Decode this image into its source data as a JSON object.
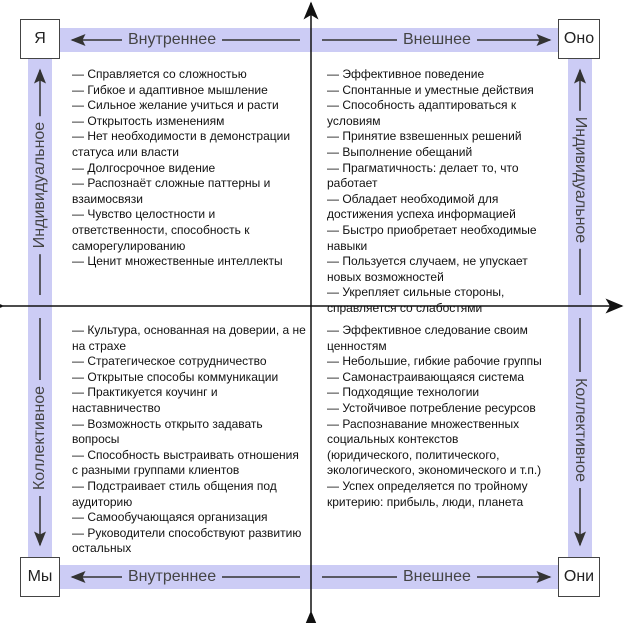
{
  "corners": {
    "top_left": "Я",
    "top_right": "Оно",
    "bottom_left": "Мы",
    "bottom_right": "Они"
  },
  "axes": {
    "internal": "Внутреннее",
    "external": "Внешнее",
    "individual": "Индивидуальное",
    "collective": "Коллективное"
  },
  "quadrants": {
    "top_left": [
      "— Справляется со сложностью",
      "— Гибкое и адаптивное мышление",
      "— Сильное желание учиться и расти",
      "— Открытость изменениям",
      "— Нет необходимости в демонстрации статуса или власти",
      "— Долгосрочное видение",
      "— Распознаёт сложные паттерны и взаимосвязи",
      "— Чувство целостности и ответственности, способность к саморегулированию",
      "— Ценит множественные интеллекты"
    ],
    "top_right": [
      "— Эффективное поведение",
      "— Спонтанные и уместные действия",
      "— Способность адаптироваться к условиям",
      "— Принятие взвешенных решений",
      "— Выполнение обещаний",
      "— Прагматичность: делает то, что работает",
      "— Обладает необходимой для достижения успеха информацией",
      "— Быстро приобретает необходимые навыки",
      "— Пользуется случаем, не упускает новых возможностей",
      "— Укрепляет сильные стороны, справляется со слабостями"
    ],
    "bottom_left": [
      "— Культура, основанная на доверии, а не на страхе",
      "— Стратегическое сотрудничество",
      "— Открытые способы коммуникации",
      "— Практикуется коучинг и наставничество",
      "— Возможность открыто задавать вопросы",
      "— Способность выстраивать отношения с разными группами клиентов",
      "— Подстраивает стиль общения под аудиторию",
      "— Самообучающаяся организация",
      "— Руководители способствуют развитию остальных"
    ],
    "bottom_right": [
      "— Эффективное следование своим ценностям",
      "— Небольшие, гибкие рабочие группы",
      "— Самонастраивающаяся система",
      "— Подходящие технологии",
      "— Устойчивое потребление ресурсов",
      "— Распознавание множественных социальных контекстов (юридического, политического, экологического, экономического и т.п.)",
      "— Успех определяется по тройному критерию: прибыль, люди, планета"
    ]
  }
}
